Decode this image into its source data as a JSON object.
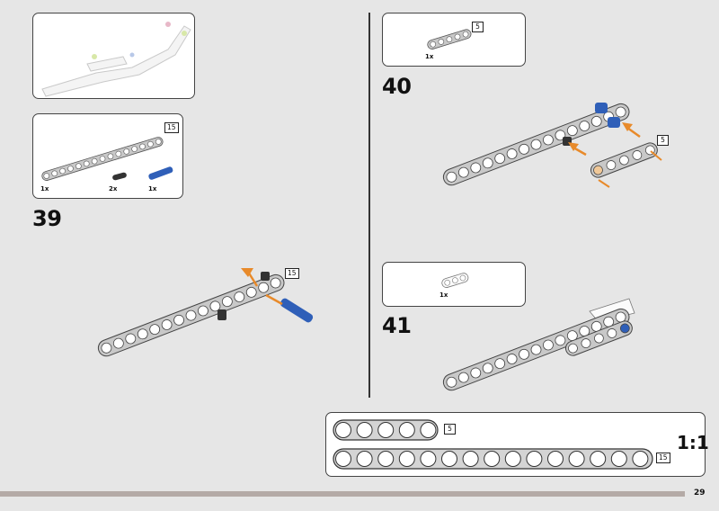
{
  "page": {
    "number": "29"
  },
  "colors": {
    "background": "#e6e6e6",
    "beam_gray": "#c8c8c8",
    "pin_blue": "#2f5fb8",
    "arrow_orange": "#e88a2a",
    "footer_bar": "#b4aaa6"
  },
  "steps": [
    {
      "number": "39",
      "parts": [
        {
          "icon": "beam-15-gray",
          "qty": "1x",
          "length": "15"
        },
        {
          "icon": "pin-black",
          "qty": "2x"
        },
        {
          "icon": "axle-pin-blue",
          "qty": "1x"
        }
      ],
      "callout_length": "15"
    },
    {
      "number": "40",
      "parts": [
        {
          "icon": "beam-5-gray",
          "qty": "1x",
          "length": "5"
        }
      ],
      "callout_length": "5"
    },
    {
      "number": "41",
      "parts": [
        {
          "icon": "beam-3-white",
          "qty": "1x"
        }
      ]
    }
  ],
  "scale_ruler": {
    "label": "1:1",
    "beams": [
      {
        "holes": 5,
        "length": "5"
      },
      {
        "holes": 15,
        "length": "15"
      }
    ]
  }
}
